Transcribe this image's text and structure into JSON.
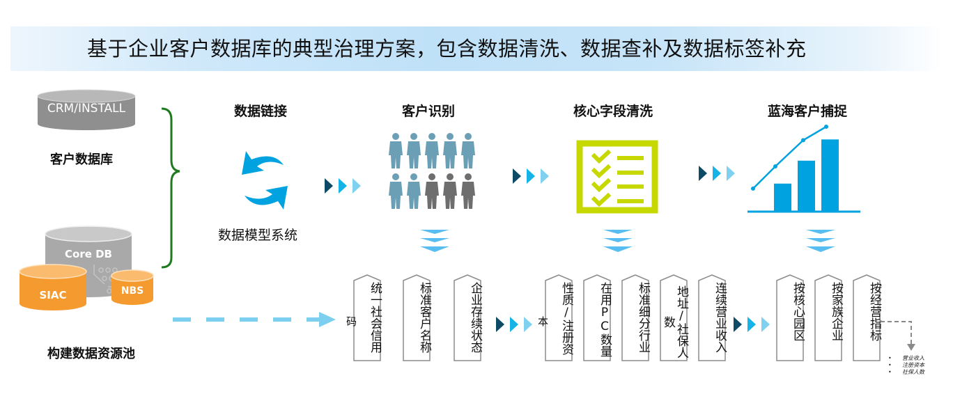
{
  "banner": {
    "title": "基于企业客户数据库的典型治理方案，包含数据清洗、数据查补及数据标签补充"
  },
  "sources": {
    "crm_db_label": "CRM/INSTALL",
    "crm_caption": "客户数据库",
    "core_db_label": "Core DB",
    "siac_label": "SIAC",
    "nbs_label": "NBS",
    "pool_caption": "构建数据资源池"
  },
  "steps": [
    {
      "title": "数据链接",
      "caption": "数据模型系统",
      "icon": "sync-arrows-icon"
    },
    {
      "title": "客户识别",
      "icon": "people-group-icon"
    },
    {
      "title": "核心字段清洗",
      "icon": "checklist-icon"
    },
    {
      "title": "蓝海客户捕捉",
      "icon": "growth-chart-icon"
    }
  ],
  "people_icon": {
    "total": 10,
    "highlighted": 7
  },
  "growth_chart": {
    "bars": [
      0.33,
      0.6,
      0.85
    ],
    "line": [
      0.22,
      0.5,
      0.83,
      1.0
    ]
  },
  "tags": {
    "group1": [
      {
        "text": "统一社会信用",
        "overflow": "码"
      },
      {
        "text": "标准客户名称"
      },
      {
        "text": "企业存续状态"
      }
    ],
    "group2": [
      {
        "text": "性质/注册资",
        "overflow": "本"
      },
      {
        "text": "在用PC数量"
      },
      {
        "text": "标准细分行业"
      },
      {
        "text": "地址/社保人数"
      },
      {
        "text": "连续营业收入"
      }
    ],
    "group3": [
      {
        "text": "按核心园区"
      },
      {
        "text": "按家族企业"
      },
      {
        "text": "按经营指标"
      }
    ]
  },
  "indicator_notes": [
    "营业收入",
    "注册资本",
    "社保人数"
  ],
  "colors": {
    "accent_blue": "#00a3e0",
    "people_blue": "#6a9fb5",
    "people_gray": "#6e6e6e",
    "checklist_green": "#c6d800",
    "bracket_green": "#1f7a1f",
    "orange_db": "#f7a03c",
    "gray_db": "#9b9b9b",
    "chevron_dark": "#0d4a66",
    "chevron_mid": "#16b4e6",
    "chevron_light": "#7fd1ef",
    "dash_arrow": "#7dcff0"
  }
}
